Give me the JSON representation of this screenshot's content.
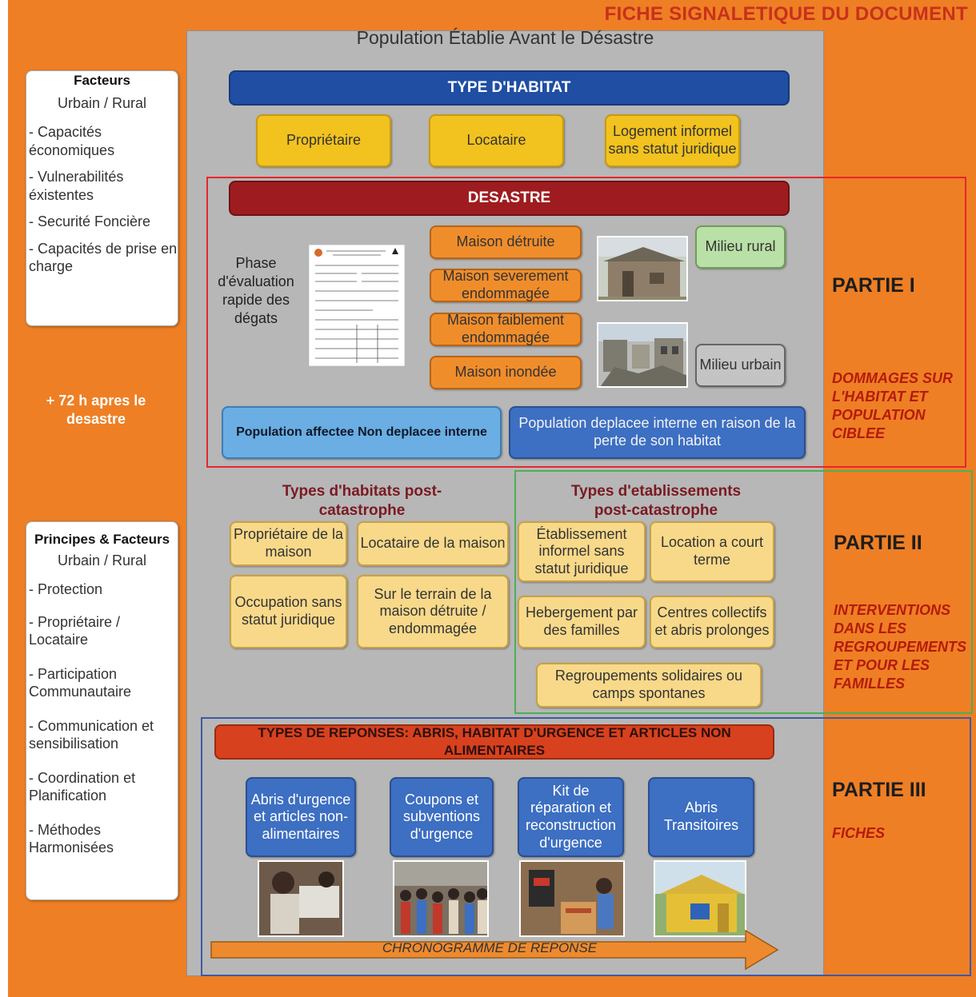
{
  "header": {
    "doc_title": "FICHE SIGNALETIQUE DU DOCUMENT",
    "population_title": "Population Établie Avant le Désastre"
  },
  "left_top": {
    "heading": "Facteurs",
    "subtitle": "Urbain / Rural",
    "items": [
      "- Capacités économiques",
      "- Vulnerabilités éxistentes",
      "- Securité Foncière",
      "- Capacités de prise en charge"
    ]
  },
  "time_note": "+ 72 h apres le desastre",
  "left_bottom": {
    "heading": "Principes & Facteurs",
    "subtitle": "Urbain / Rural",
    "items": [
      "- Protection",
      "- Propriétaire / Locataire",
      "- Participation Communautaire",
      "- Communication et sensibilisation",
      "- Coordination et Planification",
      "- Méthodes Harmonisées"
    ]
  },
  "habitat": {
    "bar": "TYPE D'HABITAT",
    "types": [
      "Propriétaire",
      "Locataire",
      "Logement informel sans statut juridique"
    ]
  },
  "desastre": {
    "bar": "DESASTRE",
    "phase": "Phase d'évaluation rapide des dégats",
    "damages": [
      "Maison détruite",
      "Maison severement endommagée",
      "Maison faiblement endommagée",
      "Maison inondée"
    ],
    "milieu": [
      "Milieu rural",
      "Milieu urbain"
    ],
    "affected": [
      "Population affectee Non deplacee interne",
      "Population deplacee interne en raison de la perte de son habitat"
    ]
  },
  "post": {
    "habitat_title": "Types d'habitats post-catastrophe",
    "habitat_items": [
      "Propriétaire de la maison",
      "Locataire de la maison",
      "Occupation sans statut juridique",
      "Sur le terrain de la maison détruite / endommagée"
    ],
    "etab_title": "Types d'etablissements post-catastrophe",
    "etab_items": [
      "Établissement informel sans statut juridique",
      "Location a court terme",
      "Hebergement par des familles",
      "Centres collectifs et abris prolonges",
      "Regroupements solidaires ou camps spontanes"
    ]
  },
  "reponses": {
    "bar": "TYPES DE REPONSES: ABRIS, HABITAT D'URGENCE ET ARTICLES NON ALIMENTAIRES",
    "items": [
      "Abris d'urgence et articles non-alimentaires",
      "Coupons et subventions d'urgence",
      "Kit de réparation et reconstruction d'urgence",
      "Abris Transitoires"
    ],
    "arrow": "CHRONOGRAMME DE REPONSE"
  },
  "parties": [
    {
      "title": "PARTIE I",
      "sub": "DOMMAGES SUR L'HABITAT ET POPULATION CIBLEE"
    },
    {
      "title": "PARTIE II",
      "sub": "INTERVENTIONS DANS LES REGROUPEMENTS ET POUR LES FAMILLES"
    },
    {
      "title": "PARTIE III",
      "sub": "FICHES"
    }
  ],
  "colors": {
    "background": "#ee7f25",
    "panel": "#b7b7b7",
    "habitat_bar": "#1f4ea3",
    "desastre_bar": "#9e1c1f",
    "reponses_bar": "#d8411d",
    "partie_i_frame": "#e8262d",
    "partie_ii_frame": "#4fae57",
    "partie_iii_frame": "#3e5aa6"
  }
}
